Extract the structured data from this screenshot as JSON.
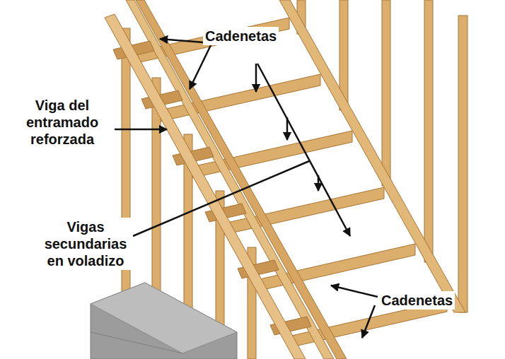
{
  "diagram": {
    "labels": [
      "Cadenetas",
      "Viga del entramado reforzada",
      "Vigas secundarias en voladizo",
      "Cadenetas"
    ]
  }
}
